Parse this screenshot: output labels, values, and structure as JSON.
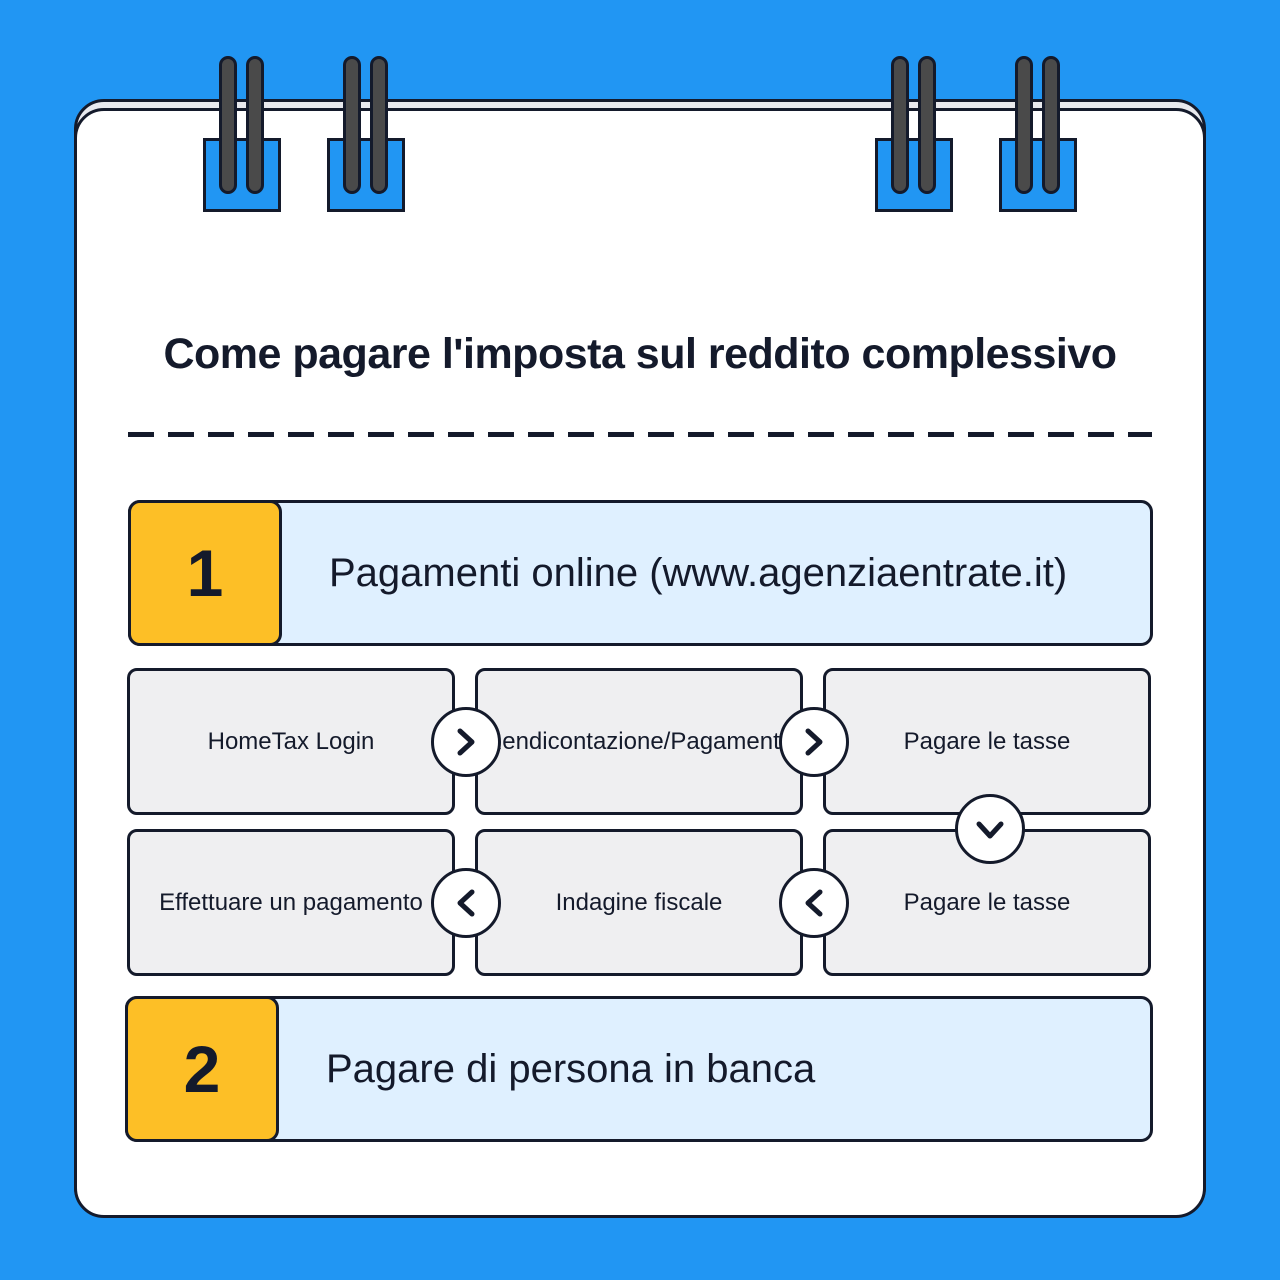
{
  "title": "Come pagare l'imposta sul reddito complessivo",
  "sections": [
    {
      "number": "1",
      "label": "Pagamenti online (www.agenziaentrate.it)"
    },
    {
      "number": "2",
      "label": "Pagare di persona in banca"
    }
  ],
  "steps": [
    "HomeTax Login",
    "Rendicontazione/Pagamento",
    "Pagare le tasse",
    "Effettuare un pagamento",
    "Indagine fiscale",
    "Pagare le tasse"
  ],
  "icons": {
    "next": "chevron-right-icon",
    "down": "chevron-down-icon",
    "back": "chevron-left-icon"
  },
  "colors": {
    "background": "#2196f3",
    "number_badge": "#fdbf26",
    "section_fill": "#dff0ff",
    "step_fill": "#efeff1",
    "outline": "#141a2b"
  }
}
